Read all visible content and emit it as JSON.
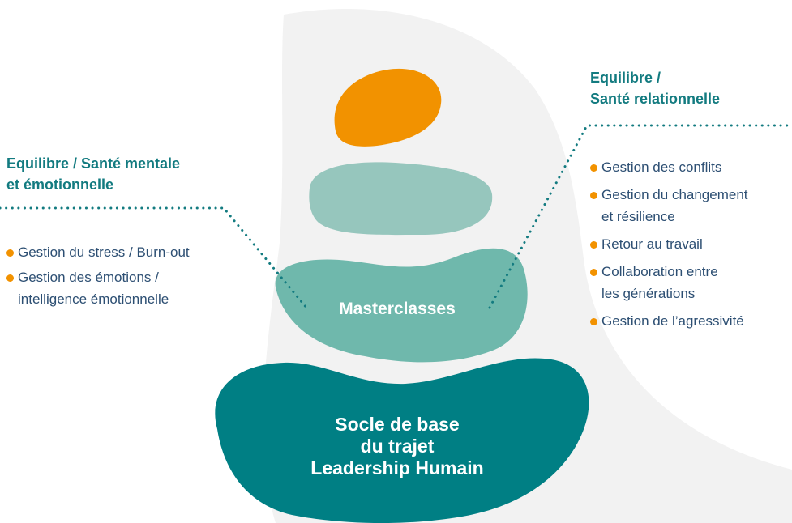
{
  "left_branch": {
    "heading_lines": [
      "Equilibre / Santé mentale",
      "et émotionnelle"
    ],
    "items": [
      {
        "lines": [
          "Gestion du stress / Burn-out"
        ]
      },
      {
        "lines": [
          "Gestion des émotions /",
          "intelligence émotionnelle"
        ]
      }
    ]
  },
  "right_branch": {
    "heading_lines": [
      "Equilibre /",
      "Santé relationnelle"
    ],
    "items": [
      {
        "lines": [
          "Gestion des conflits"
        ]
      },
      {
        "lines": [
          "Gestion du changement",
          "et résilience"
        ]
      },
      {
        "lines": [
          "Retour au travail"
        ]
      },
      {
        "lines": [
          "Collaboration entre",
          "les générations"
        ]
      },
      {
        "lines": [
          "Gestion de l’agressivité"
        ]
      }
    ]
  },
  "stones": {
    "masterclass": "Masterclasses",
    "base_lines": [
      "Socle de base",
      "du trajet",
      "Leadership Humain"
    ]
  },
  "colors": {
    "orange": "#f29200",
    "light_teal": "#96c6bd",
    "mid_teal": "#6fb8ac",
    "dark_teal": "#007f84",
    "heading": "#137b80",
    "text": "#2d4f73",
    "background_shape": "#f2f2f2"
  }
}
